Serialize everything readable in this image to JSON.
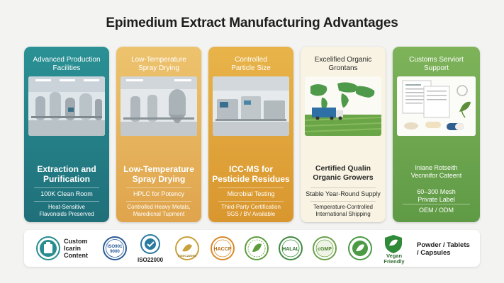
{
  "title": "Epimedium Extract Manufacturing Advantages",
  "cards": [
    {
      "header": [
        "Advanced Production",
        "Facilities"
      ],
      "main": [
        "Extraction and",
        "Purification"
      ],
      "line1": [
        "100K Clean Room"
      ],
      "line2": [
        "Heat-Sensitive",
        "Flavonoids Preserved"
      ]
    },
    {
      "header": [
        "Low-Temperature",
        "Spray Drying"
      ],
      "main": [
        "Low-Temperature",
        "Spray Drying"
      ],
      "line1": [
        "HPLC for Potency"
      ],
      "line2": [
        "Controlled Heavy Metals,",
        "Maredicnal Tupment"
      ]
    },
    {
      "header": [
        "Controlled",
        "Particle Size"
      ],
      "main": [
        "ICC-MS for",
        "Pesticide Residues"
      ],
      "line1": [
        "Microbial Testing"
      ],
      "line2": [
        "Third-Party Certification",
        "SGS / BV Available"
      ]
    },
    {
      "header": [
        "Excelified Organic",
        "Grontans"
      ],
      "main": [
        "Certified Qualin",
        "Organic Growers"
      ],
      "line1": [
        "Stable Year-Round Supply"
      ],
      "line2": [
        "Temperature-Controlled",
        "International Shipping"
      ]
    },
    {
      "header": [
        "Customs Serviort",
        "Support"
      ],
      "main": [
        "Iniane Rotseith",
        "Vecnnifor Cateent"
      ],
      "line1": [
        "60–300 Mesh",
        "Private Label"
      ],
      "line2": [
        "OEM / ODM"
      ]
    }
  ],
  "badges": {
    "left_text": [
      "Custom",
      "Icarin",
      "Content"
    ],
    "iso9001": [
      "ISO901",
      "9000"
    ],
    "iso22000": "ISO22000",
    "fssc": "FSSC22000",
    "haccp": "HACCP",
    "halal": "HALAL",
    "cgmp": "cGMP",
    "vegan": [
      "Vegan",
      "Friendly"
    ],
    "right_text": [
      "Powder / Tablets",
      "/ Capsules"
    ]
  },
  "colors": {
    "teal": "#1f6f79",
    "gold": "#dfa44c",
    "amber": "#d9962e",
    "cream": "#f8f3e2",
    "green": "#5f9a45"
  }
}
